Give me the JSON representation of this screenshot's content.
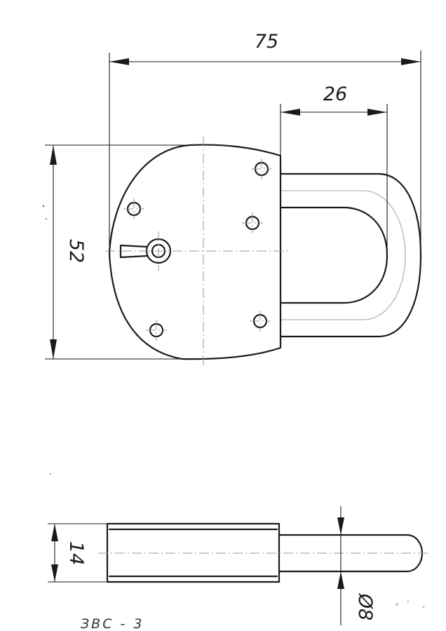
{
  "dimensions": {
    "overall_width": "75",
    "shackle_width": "26",
    "body_height": "52",
    "thickness": "14",
    "shackle_diameter": "Ø8"
  },
  "drawing_code": "ЗВС - 3"
}
